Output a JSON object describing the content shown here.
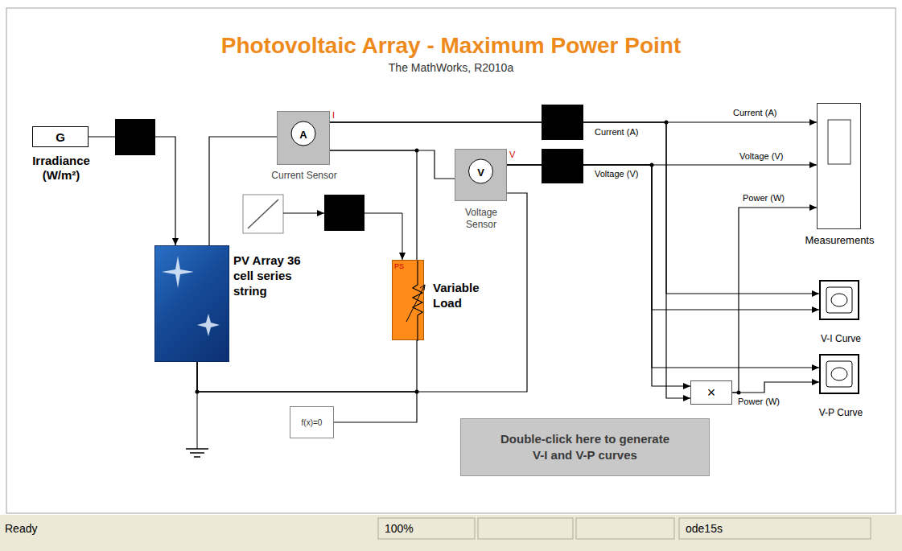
{
  "diagram": {
    "title": "Photovoltaic Array - Maximum Power Point",
    "nodes": [
      {
        "text": [
          "G",
          "Irradiance (W/m²)"
        ]
      },
      {
        "text": [
          "A",
          "Current Sensor"
        ]
      },
      {
        "text": [
          "V",
          "Voltage Sensor"
        ]
      },
      {
        "text": [
          "PV Array 36 cell series string"
        ]
      },
      {
        "text": [
          "PS",
          "Variable Load"
        ]
      },
      {
        "text": [
          "Measurements"
        ]
      },
      {
        "text": [
          "V-I Curve"
        ]
      },
      {
        "text": [
          "V-P Curve"
        ]
      },
      {
        "text": [
          "×"
        ]
      },
      {
        "text": [
          "f(x)=0"
        ]
      },
      {
        "text": [
          "Double-click here to generate V-I and V-P curves"
        ]
      }
    ],
    "edges": [
      {
        "from": 0,
        "to": 3,
        "arrow": "to"
      },
      {
        "from": 3,
        "to": 1,
        "arrow": "none"
      },
      {
        "from": 1,
        "to": 4,
        "arrow": "none"
      },
      {
        "from": 1,
        "to": 2,
        "arrow": "none"
      },
      {
        "from": 2,
        "to": 3,
        "arrow": "none"
      },
      {
        "from": 4,
        "to": 3,
        "arrow": "none"
      },
      {
        "from": 9,
        "to": 3,
        "arrow": "none"
      },
      {
        "from": 1,
        "to": 5,
        "arrow": "to"
      },
      {
        "from": 1,
        "to": 6,
        "arrow": "to"
      },
      {
        "from": 1,
        "to": 8,
        "arrow": "to"
      },
      {
        "from": 2,
        "to": 5,
        "arrow": "to"
      },
      {
        "from": 2,
        "to": 6,
        "arrow": "to"
      },
      {
        "from": 2,
        "to": 7,
        "arrow": "to"
      },
      {
        "from": 2,
        "to": 8,
        "arrow": "to"
      },
      {
        "from": 8,
        "to": 7,
        "arrow": "to"
      },
      {
        "from": 8,
        "to": 5,
        "arrow": "to"
      }
    ],
    "labels": [
      "The MathWorks, R2010a",
      "I",
      "V",
      "Current (A)",
      "Voltage (V)",
      "Current (A)",
      "Voltage (V)",
      "Power (W)",
      "Power (W)",
      "Ready",
      "100%",
      "ode15s"
    ]
  }
}
